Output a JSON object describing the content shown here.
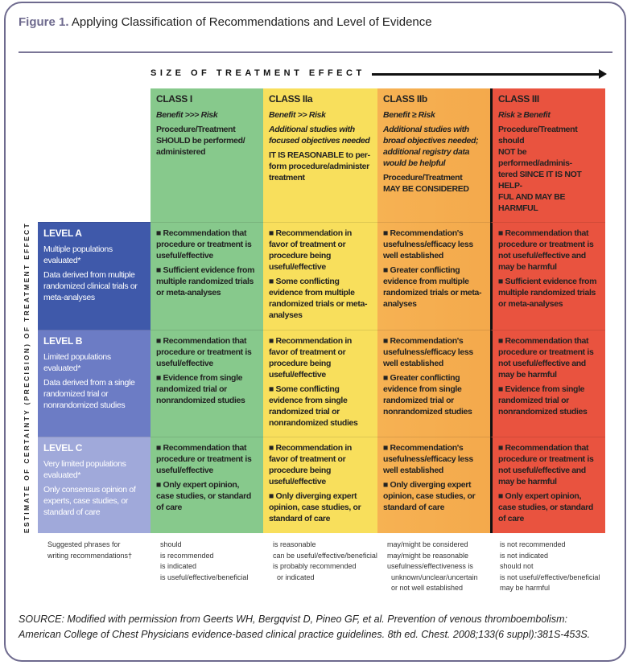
{
  "figure": {
    "label": "Figure 1.",
    "title": "Applying Classification of Recommendations and Level of Evidence"
  },
  "x_axis": "SIZE OF TREATMENT EFFECT",
  "y_axis": "ESTIMATE OF CERTAINTY (PRECISION) OF TREATMENT EFFECT",
  "classes": [
    {
      "name": "CLASS I",
      "ratio": "Benefit >>> Risk",
      "lines": [
        "Procedure/Treatment",
        "SHOULD be performed/",
        "administered"
      ]
    },
    {
      "name": "CLASS IIa",
      "ratio": "Benefit >> Risk",
      "note": "Additional studies with focused objectives needed",
      "lines": [
        "IT IS REASONABLE to per-",
        "form procedure/administer",
        "treatment"
      ]
    },
    {
      "name": "CLASS IIb",
      "ratio": "Benefit ≥ Risk",
      "note": "Additional studies with broad objectives needed; additional registry data would be helpful",
      "lines": [
        "Procedure/Treatment",
        "MAY BE CONSIDERED"
      ]
    },
    {
      "name": "CLASS III",
      "ratio": "Risk ≥ Benefit",
      "lines": [
        "Procedure/Treatment should",
        "NOT be performed/adminis-",
        "tered SINCE IT IS NOT HELP-",
        "FUL AND MAY BE HARMFUL"
      ]
    }
  ],
  "levels": [
    {
      "name": "LEVEL A",
      "pop": "Multiple populations evaluated*",
      "desc": "Data derived from multiple randomized clinical trials or meta-analyses",
      "cells": [
        [
          "■ Recommendation that procedure or treatment is useful/effective",
          "■ Sufficient evidence from multiple randomized trials or meta-analyses"
        ],
        [
          "■ Recommendation in favor of treatment or procedure being useful/effective",
          "■ Some conflicting evidence from multiple randomized trials or meta-analyses"
        ],
        [
          "■ Recommendation's usefulness/efficacy less well established",
          "■ Greater conflicting evidence from multiple randomized trials or meta-analyses"
        ],
        [
          "■ Recommendation that procedure or treatment is not useful/effective and may be harmful",
          "■ Sufficient evidence from multiple randomized trials or meta-analyses"
        ]
      ]
    },
    {
      "name": "LEVEL B",
      "pop": "Limited populations evaluated*",
      "desc": "Data derived from a single randomized trial or nonrandomized studies",
      "cells": [
        [
          "■ Recommendation that procedure or treatment is useful/effective",
          "■ Evidence from single randomized trial or nonrandomized studies"
        ],
        [
          "■ Recommendation in favor of treatment or procedure being useful/effective",
          "■ Some conflicting evidence from single randomized trial or nonrandomized studies"
        ],
        [
          "■ Recommendation's usefulness/efficacy less well established",
          "■ Greater conflicting evidence from single randomized trial or nonrandomized studies"
        ],
        [
          "■ Recommendation that procedure or treatment is not useful/effective and may be harmful",
          "■ Evidence from single randomized trial or nonrandomized studies"
        ]
      ]
    },
    {
      "name": "LEVEL C",
      "pop": "Very limited populations evaluated*",
      "desc": "Only consensus opinion of experts, case studies, or standard of care",
      "cells": [
        [
          "■ Recommendation that procedure or treatment is useful/effective",
          "■ Only expert opinion, case studies, or standard of care"
        ],
        [
          "■ Recommendation in favor of treatment or procedure being useful/effective",
          "■ Only diverging expert opinion, case studies, or standard of care"
        ],
        [
          "■ Recommendation's usefulness/efficacy less well established",
          "■ Only diverging expert opinion, case studies, or standard of care"
        ],
        [
          "■ Recommendation that procedure or treatment is not useful/effective and may be harmful",
          "■ Only expert opinion, case studies, or standard of care"
        ]
      ]
    }
  ],
  "phrases": {
    "label": [
      "Suggested phrases for",
      "writing recommendations†"
    ],
    "cols": [
      [
        "should",
        "is recommended",
        "is indicated",
        "is useful/effective/beneficial"
      ],
      [
        "is reasonable",
        "can be useful/effective/beneficial",
        "is probably recommended",
        "  or indicated"
      ],
      [
        "may/might be considered",
        "may/might be reasonable",
        "usefulness/effectiveness is",
        "  unknown/unclear/uncertain",
        "  or not well established"
      ],
      [
        "is not recommended",
        "is not indicated",
        "should not",
        "is not useful/effective/beneficial",
        "may be harmful"
      ]
    ]
  },
  "source": "SOURCE:  Modified with permission from Geerts WH, Bergqvist D, Pineo GF, et al. Prevention of venous thromboembolism: American College of Chest Physicians evidence-based clinical practice guidelines. 8th ed. Chest. 2008;133(6 suppl):381S-453S."
}
